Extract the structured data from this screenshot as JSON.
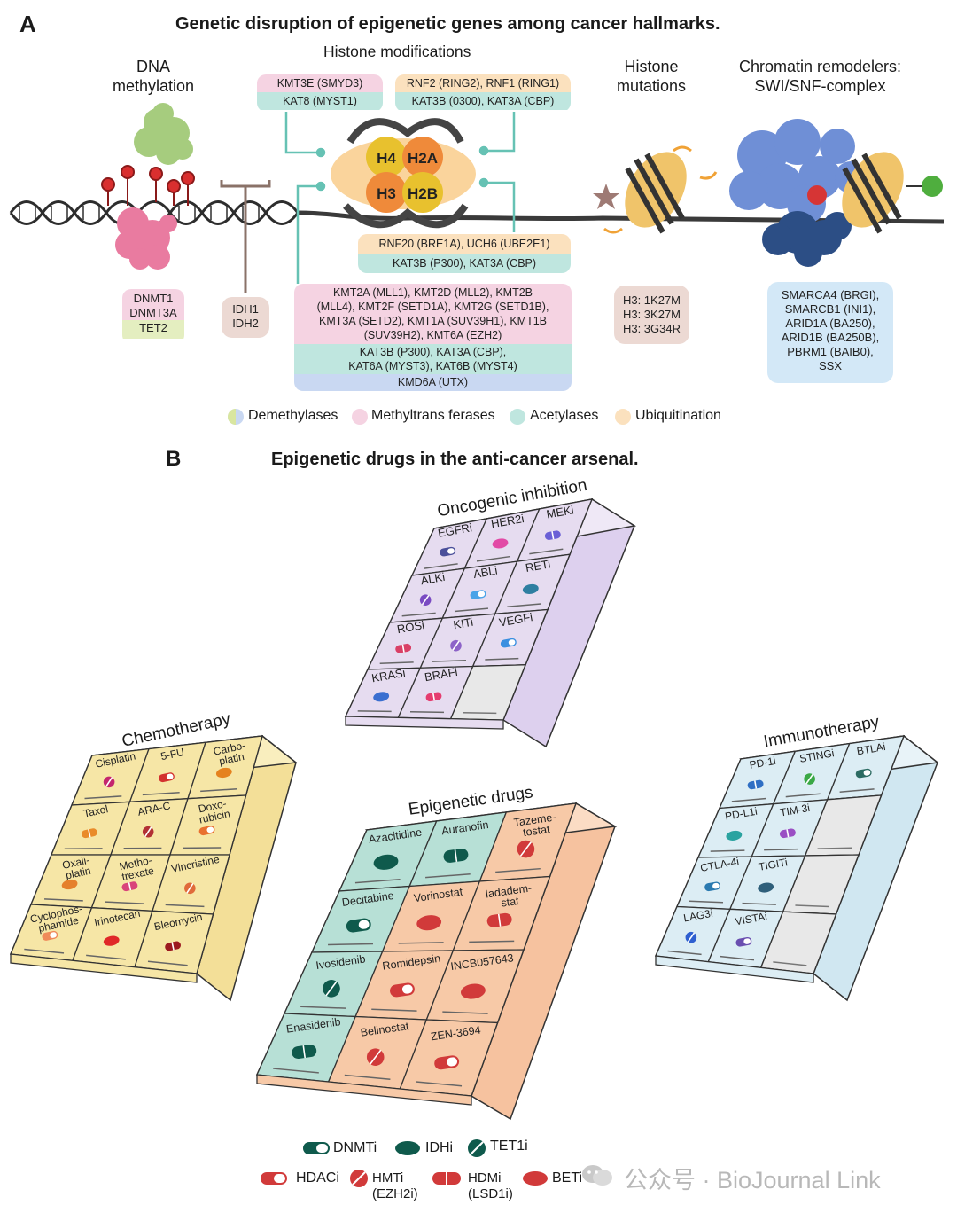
{
  "panel_a": {
    "letter": "A",
    "title": "Genetic disruption of epigenetic genes among cancer hallmarks.",
    "histone_mod_label": "Histone modifications",
    "dna_meth_label": [
      "DNA",
      "methylation"
    ],
    "histone_mut_label": [
      "Histone",
      "mutations"
    ],
    "chromatin_label": [
      "Chromatin remodelers:",
      "SWI/SNF-complex"
    ],
    "box_top_left": [
      "KMT3E (SMYD3)",
      "KAT8 (MYST1)"
    ],
    "box_top_right": [
      "RNF2 (RING2), RNF1 (RING1)",
      "KAT3B (0300), KAT3A (CBP)"
    ],
    "box_mid": [
      "RNF20 (BRE1A), UCH6 (UBE2E1)",
      "KAT3B (P300), KAT3A (CBP)"
    ],
    "box_big_meth": [
      "KMT2A (MLL1), KMT2D (MLL2), KMT2B",
      "(MLL4), KMT2F (SETD1A), KMT2G (SETD1B),",
      "KMT3A (SETD2), KMT1A (SUV39H1), KMT1B",
      "(SUV39H2), KMT6A (EZH2)"
    ],
    "box_big_acet": [
      "KAT3B (P300), KAT3A (CBP),",
      "KAT6A (MYST3), KAT6B (MYST4)"
    ],
    "box_big_demeth": [
      "KMD6A (UTX)"
    ],
    "box_dnmt": [
      "DNMT1",
      "DNMT3A",
      "TET2"
    ],
    "box_idh": [
      "IDH1",
      "IDH2"
    ],
    "box_h3": [
      "H3: 1K27M",
      "H3: 3K27M",
      "H3: 3G34R"
    ],
    "box_swi": [
      "SMARCA4 (BRGI),",
      "SMARCB1 (INI1),",
      "ARID1A (BA250),",
      "ARID1B (BA250B),",
      "PBRM1 (BAIB0),",
      "SSX"
    ],
    "histones": [
      "H4",
      "H2A",
      "H3",
      "H2B"
    ],
    "legend": [
      "Demethylases",
      "Methyltrans ferases",
      "Acetylases",
      "Ubiquitination"
    ],
    "colors": {
      "demethylase": "#c9d8f2",
      "methyltransferase": "#f5d3e2",
      "acetylase": "#bfe6df",
      "ubiquitination": "#fbe1be"
    }
  },
  "panel_b": {
    "letter": "B",
    "title": "Epigenetic drugs in the anti-cancer arsenal.",
    "oncogenic": {
      "title": "Oncogenic inhibition",
      "cells": [
        "EGFRi",
        "HER2i",
        "MEKi",
        "ALKi",
        "ABLi",
        "RETi",
        "ROSi",
        "KITi",
        "VEGFi",
        "KRASi",
        "BRAFi",
        ""
      ]
    },
    "chemo": {
      "title": "Chemotherapy",
      "cells": [
        "Cisplatin",
        "5-FU",
        "Carbo-\nplatin",
        "Taxol",
        "ARA-C",
        "Doxo-\nrubicin",
        "Oxali-\nplatin",
        "Metho-\ntrexate",
        "Vincristine",
        "Cyclophos-\nphamide",
        "Irinotecan",
        "Bleomycin"
      ]
    },
    "immuno": {
      "title": "Immunotherapy",
      "cells": [
        "PD-1i",
        "STINGi",
        "BTLAi",
        "PD-L1i",
        "TIM-3i",
        "",
        "CTLA-4i",
        "TIGITi",
        "",
        "LAG3i",
        "VISTAi",
        ""
      ]
    },
    "epigenetic": {
      "title": "Epigenetic drugs",
      "cells": [
        "Azacitidine",
        "Auranofin",
        "Tazeme-\ntostat",
        "Decitabine",
        "Vorinostat",
        "Iadadem-\nstat",
        "Ivosidenib",
        "Romidepsin",
        "INCB057643",
        "Enasidenib",
        "Belinostat",
        "ZEN-3694"
      ]
    },
    "legend": [
      {
        "label": "DNMTi",
        "icon": "capsule-teal"
      },
      {
        "label": "IDHi",
        "icon": "pill-teal"
      },
      {
        "label": "TET1i",
        "icon": "tablet-teal"
      },
      {
        "label": "HDACi",
        "icon": "capsule-red"
      },
      {
        "label": "HMTi\n(EZH2i)",
        "icon": "tablet-red"
      },
      {
        "label": "HDMi\n(LSD1i)",
        "icon": "capsule-red-dark"
      },
      {
        "label": "BETi",
        "icon": "pill-red"
      }
    ],
    "colors": {
      "onco": "#e6dcf0",
      "chemo": "#f6e6a6",
      "immuno": "#dcedf4",
      "epi_teal": "#b7e0d6",
      "epi_orange": "#f7c9a7"
    }
  },
  "watermark": "公众号 · BioJournal Link"
}
